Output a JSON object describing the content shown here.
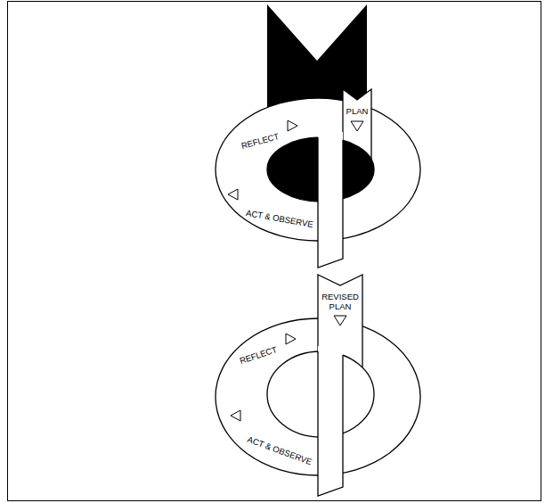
{
  "diagram": {
    "labels": [
      "REFLECT",
      "PLAN",
      "ACT & OBSERVE",
      "REVISED PLAN",
      "REFLECT",
      "ACT & OBSERVE"
    ]
  }
}
